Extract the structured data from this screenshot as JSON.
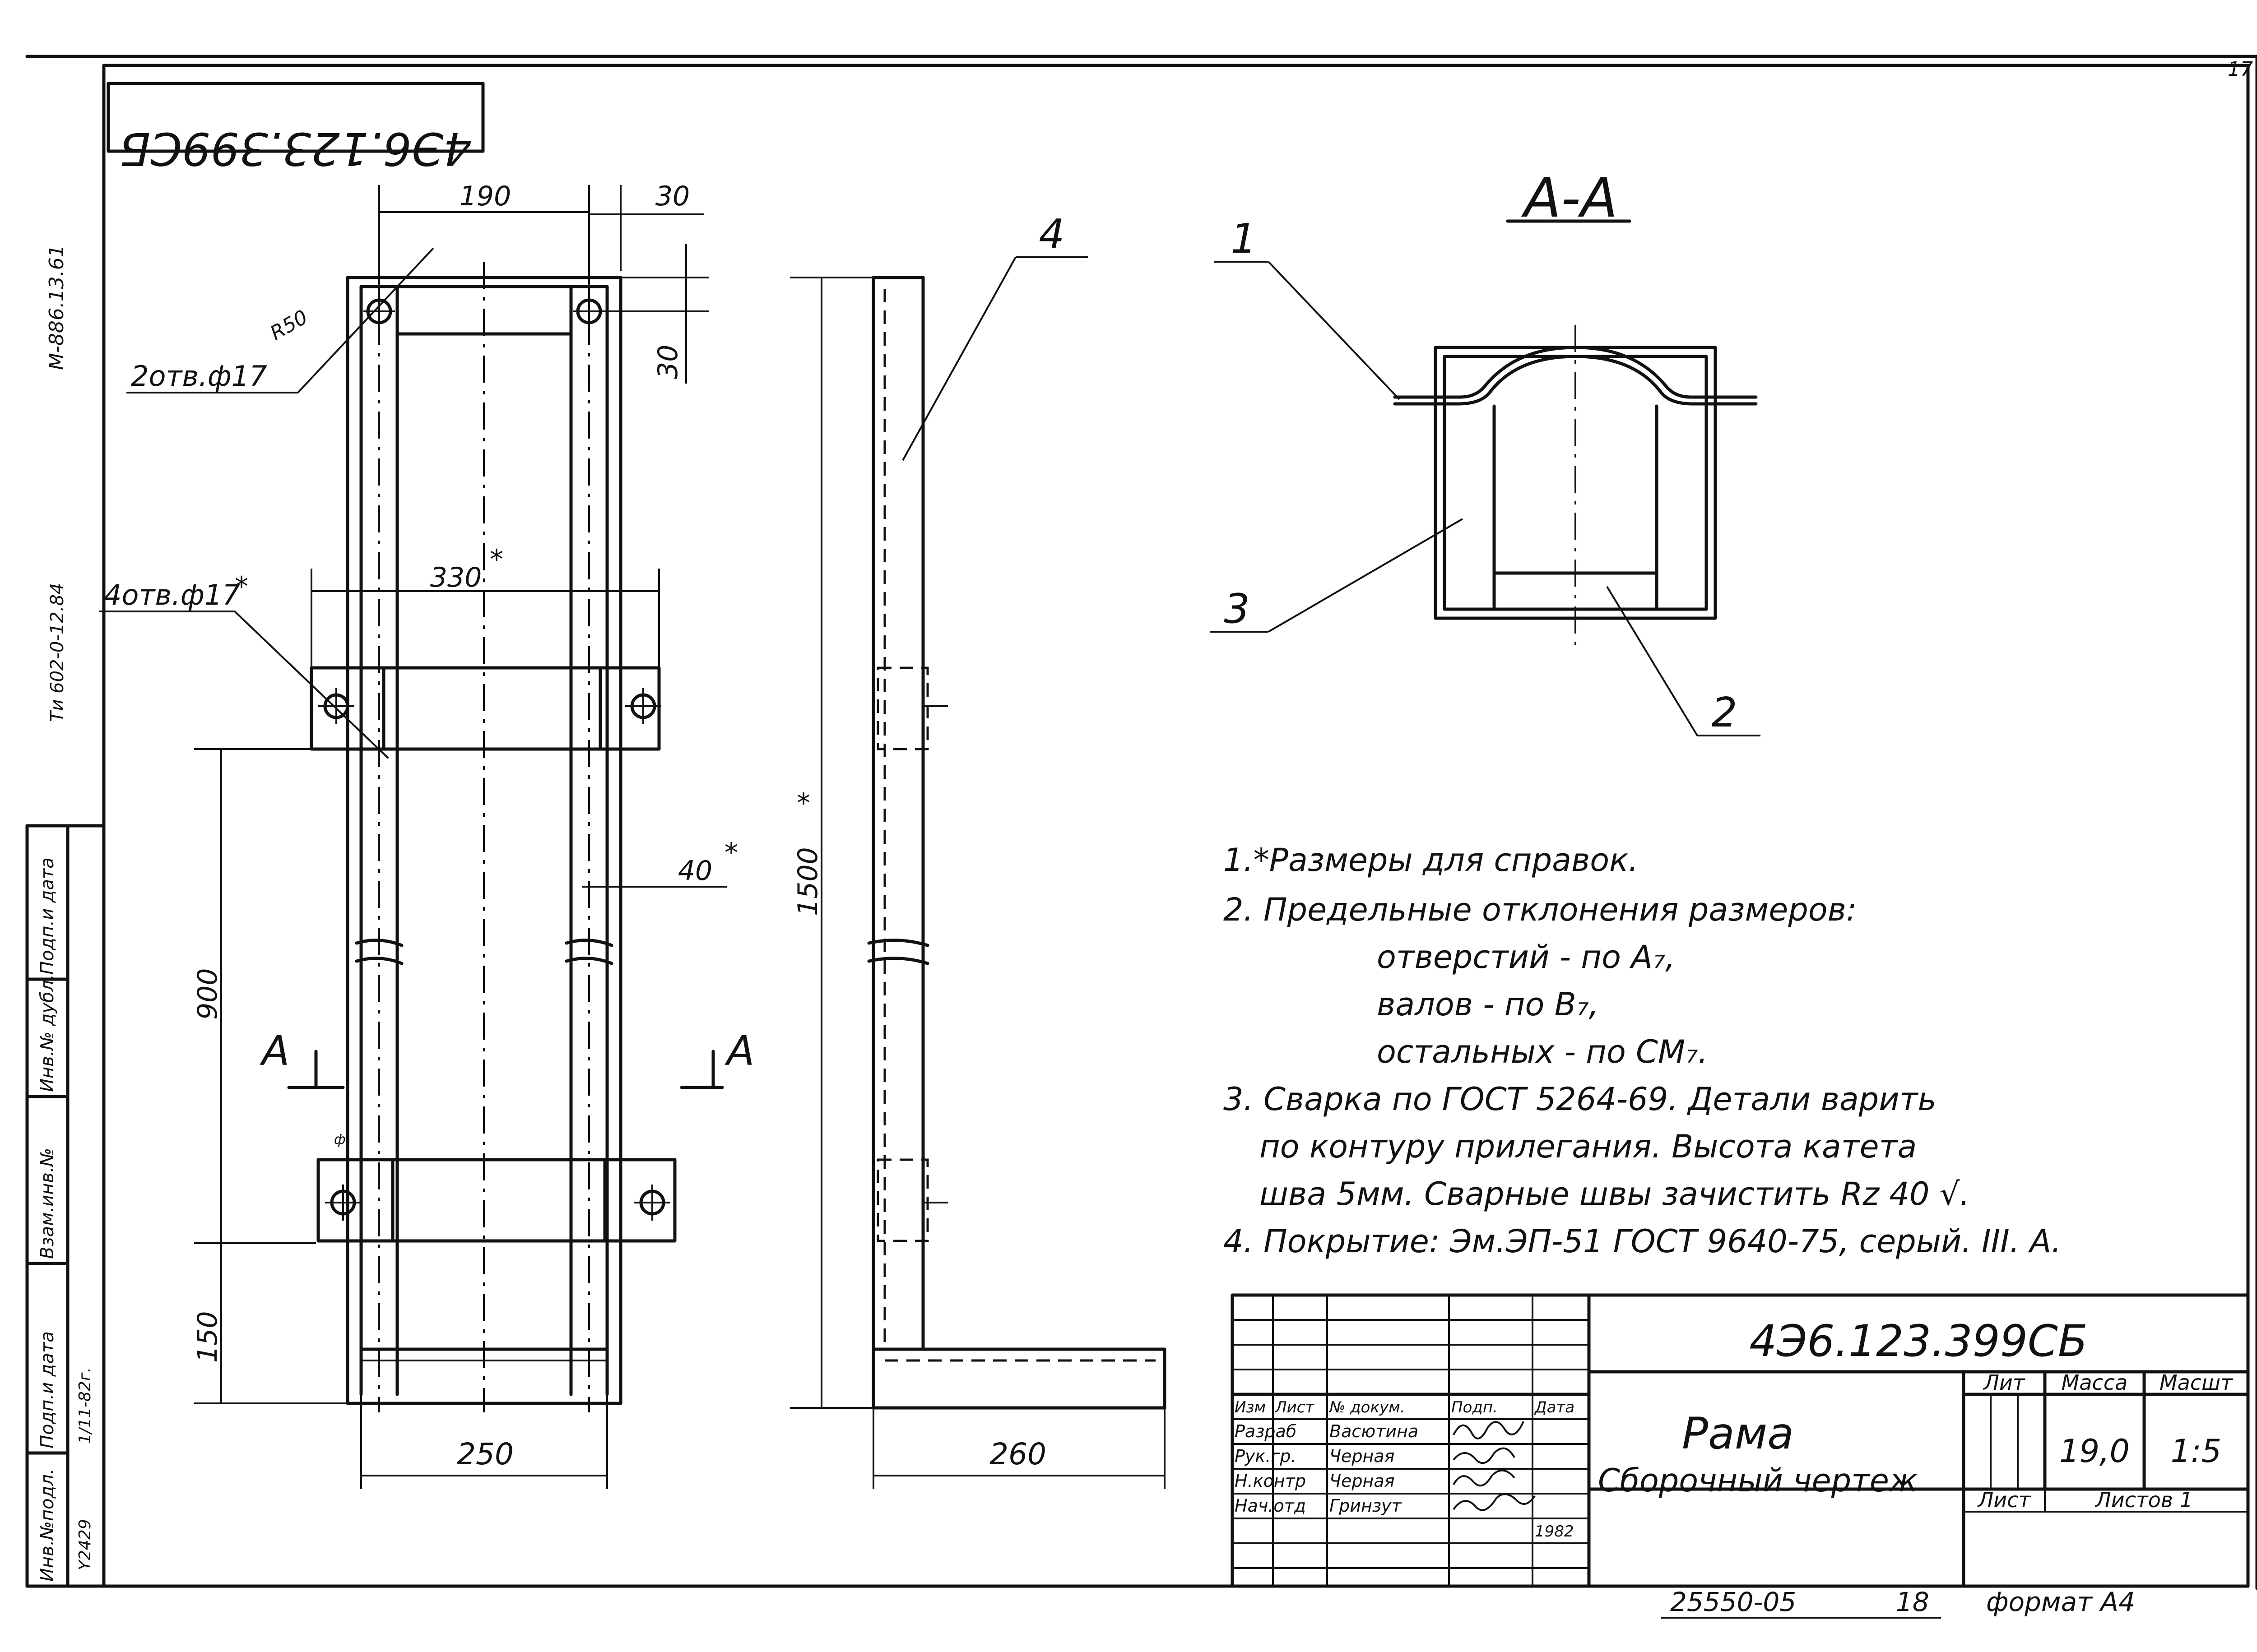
{
  "stamp": "4Э6.123.399СБ",
  "side": {
    "ref1": "М-886.13.61",
    "ref2": "Tи 602-0-12.84",
    "cols": [
      "Подп.и дата",
      "Инв.№ дубл.",
      "Взам.инв.№",
      "Подп.и дата",
      "Инв.№подл."
    ],
    "sig_date": "1/11-82г.",
    "inv_no": "Y2429"
  },
  "sheet_no": "17",
  "front_view": {
    "dim_top_width": "190",
    "dim_top_right": "30",
    "dim_side_30": "30",
    "r50": "R50",
    "holes_top": "2отв.ф17",
    "dim_330": "330",
    "holes_mid": "4отв.ф17",
    "dim_40": "40",
    "dim_900": "900",
    "dim_150": "150",
    "dim_250": "250",
    "cut_left": "A",
    "cut_right": "A",
    "star": "*",
    "small_mark": "ф"
  },
  "side_view": {
    "pos4": "4",
    "dim_1500": "1500",
    "dim_260": "260"
  },
  "section": {
    "title": "А-А",
    "pos1": "1",
    "pos2": "2",
    "pos3": "3"
  },
  "notes": [
    "1.*Размеры для справок.",
    "2. Предельные отклонения размеров:",
    "отверстий - по А₇,",
    "валов - по В₇,",
    "остальных - по СМ₇.",
    "3. Сварка по ГОСТ 5264-69. Детали варить",
    "по контуру прилегания. Высота катета",
    "шва 5мм. Сварные швы зачистить Rz 40 √.",
    "4. Покрытие: Эм.ЭП-51 ГОСТ 9640-75, серый. III. А."
  ],
  "title_block": {
    "designation": "4Э6.123.399СБ",
    "name": "Рама",
    "doc_type": "Сборочный чертеж",
    "h_lit": "Лит",
    "h_mass": "Масса",
    "h_scale": "Масшт",
    "mass": "19,0",
    "scale": "1:5",
    "sheet": "Лист",
    "sheets": "Листов 1",
    "hdr": [
      "Изм",
      "Лист",
      "№ докум.",
      "Подп.",
      "Дата"
    ],
    "rows": [
      {
        "role": "Разраб",
        "name": "Васютина"
      },
      {
        "role": "Рук.гр.",
        "name": "Черная"
      },
      {
        "role": "Н.контр",
        "name": "Черная"
      },
      {
        "role": "Нач.отд",
        "name": "Гринзут"
      }
    ],
    "date": "1982"
  },
  "footer": {
    "code": "25550-05",
    "page": "18",
    "format": "формат А4"
  }
}
